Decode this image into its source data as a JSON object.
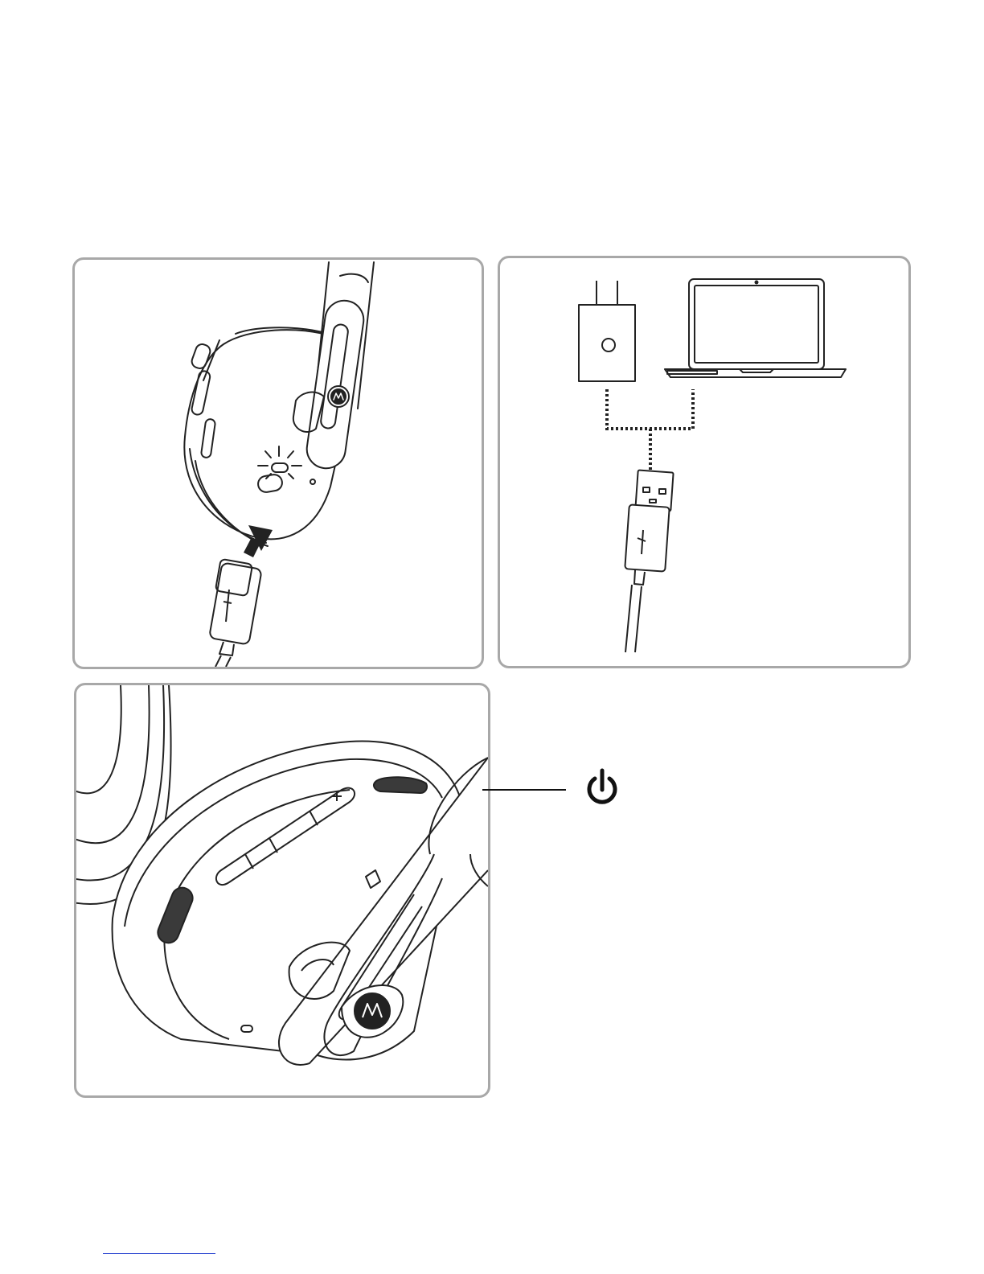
{
  "colors": {
    "frame": "#a8a8a8",
    "line": "#222222",
    "dark_button": "#3a3a3a",
    "footer_rule": "#3d55d4"
  },
  "panels": [
    {
      "name": "charge-headset",
      "icons": [
        "headset-earcup-icon",
        "usb-c-cable-icon",
        "insert-arrow-icon",
        "charging-led-icon",
        "motorola-logo-icon"
      ]
    },
    {
      "name": "power-source",
      "icons": [
        "wall-adapter-icon",
        "laptop-icon",
        "usb-a-plug-icon"
      ]
    },
    {
      "name": "power-button",
      "icons": [
        "headset-earcup-icon",
        "power-button-icon",
        "motorola-logo-icon"
      ]
    }
  ],
  "callout": {
    "icon": "power-symbol-icon"
  }
}
